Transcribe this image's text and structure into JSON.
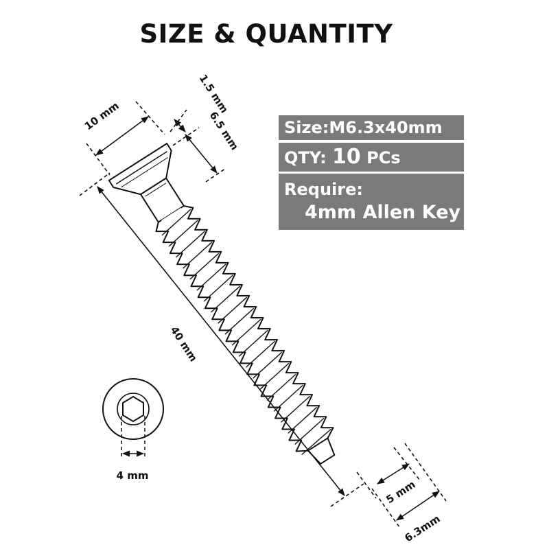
{
  "title": "SIZE & QUANTITY",
  "specs": {
    "size_label": "Size:",
    "size_value": "M6.3x40mm",
    "qty_label": "QTY:",
    "qty_value": "10",
    "qty_unit": "PCs",
    "require_label": "Require:",
    "require_value": "4mm Allen Key"
  },
  "dimensions": {
    "head_diameter": "10 mm",
    "head_height": "1.5 mm",
    "shank_length": "6.5 mm",
    "total_length": "40 mm",
    "thread_outer": "6.3mm",
    "tip_diameter": "5 mm",
    "hex_socket": "4 mm"
  },
  "colors": {
    "spec_box_bg": "#7a7a7a",
    "line": "#111111"
  }
}
